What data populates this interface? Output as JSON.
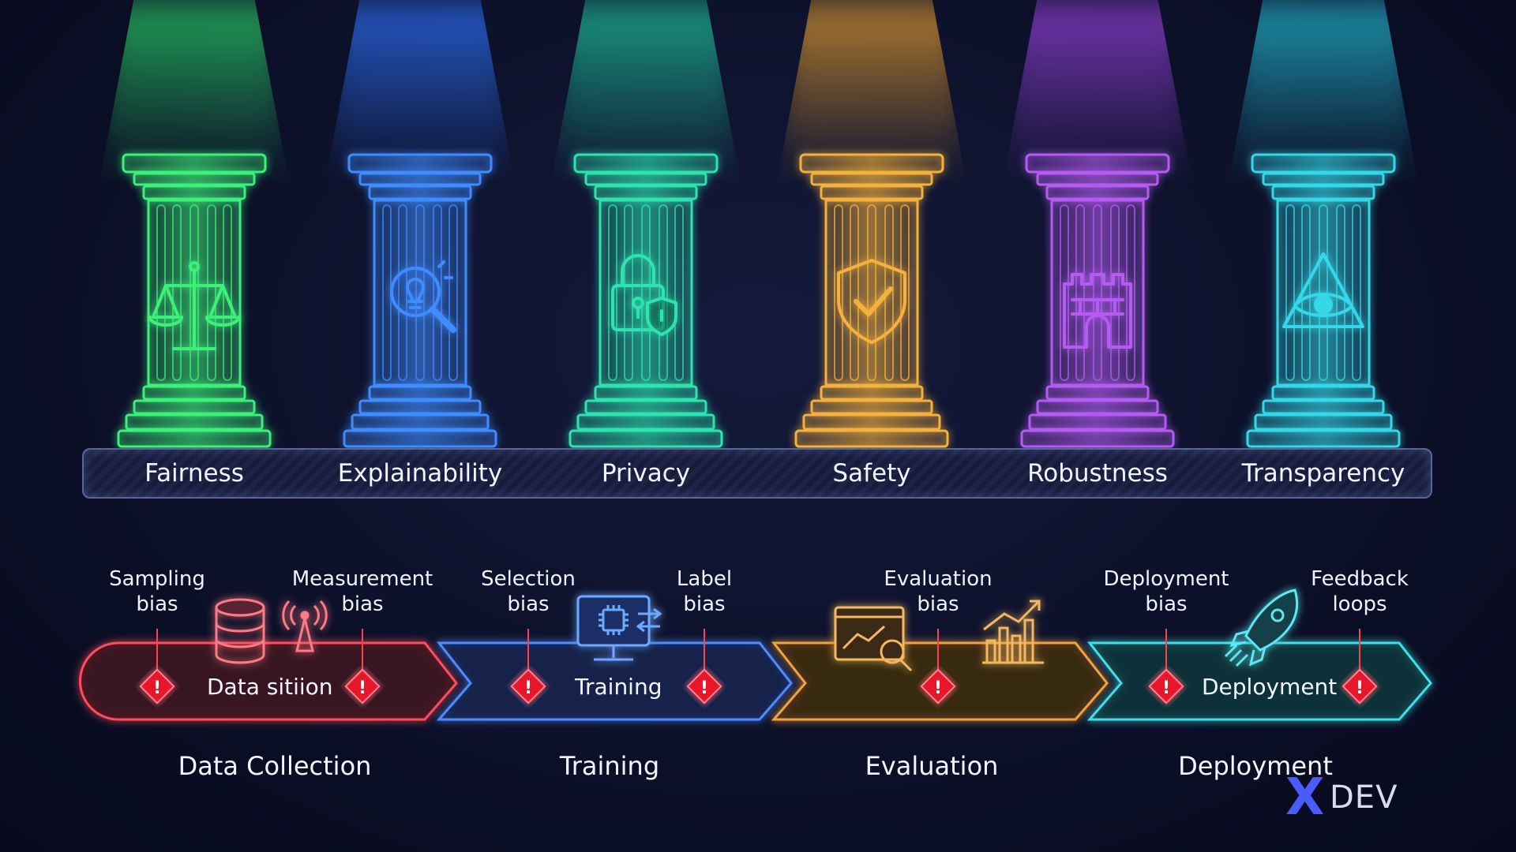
{
  "pillars": [
    {
      "label": "Fairness",
      "color": "#3df07a",
      "icon": "scales-icon"
    },
    {
      "label": "Explainability",
      "color": "#3f8cff",
      "icon": "magnifier-lightbulb-icon"
    },
    {
      "label": "Privacy",
      "color": "#2de3b0",
      "icon": "padlock-shield-icon"
    },
    {
      "label": "Safety",
      "color": "#f4b13c",
      "icon": "shield-check-icon"
    },
    {
      "label": "Robustness",
      "color": "#b45cf2",
      "icon": "castle-tower-icon"
    },
    {
      "label": "Transparency",
      "color": "#35d8e8",
      "icon": "eye-icon"
    }
  ],
  "stages": [
    {
      "label": "Data Collection",
      "inner": "Data sitiion",
      "color": "#ff4d5e",
      "icon": "database-antenna-icon"
    },
    {
      "label": "Training",
      "inner": "Training",
      "color": "#4f8cff",
      "icon": "computer-chip-icon"
    },
    {
      "label": "Evaluation",
      "inner": "",
      "color": "#f4a23c",
      "icon": "chart-magnifier-icon"
    },
    {
      "label": "Deployment",
      "inner": "Deployment",
      "color": "#3fe0e8",
      "icon": "rocket-icon"
    }
  ],
  "biases": [
    {
      "line1": "Sampling",
      "line2": "bias"
    },
    {
      "line1": "Measurement",
      "line2": "bias"
    },
    {
      "line1": "Selection",
      "line2": "bias"
    },
    {
      "line1": "Label",
      "line2": "bias"
    },
    {
      "line1": "Evaluation",
      "line2": "bias"
    },
    {
      "line1": "Deployment",
      "line2": "bias"
    },
    {
      "line1": "Feedback",
      "line2": "loops"
    }
  ],
  "logo": {
    "mark": "X",
    "text": "DEV"
  }
}
